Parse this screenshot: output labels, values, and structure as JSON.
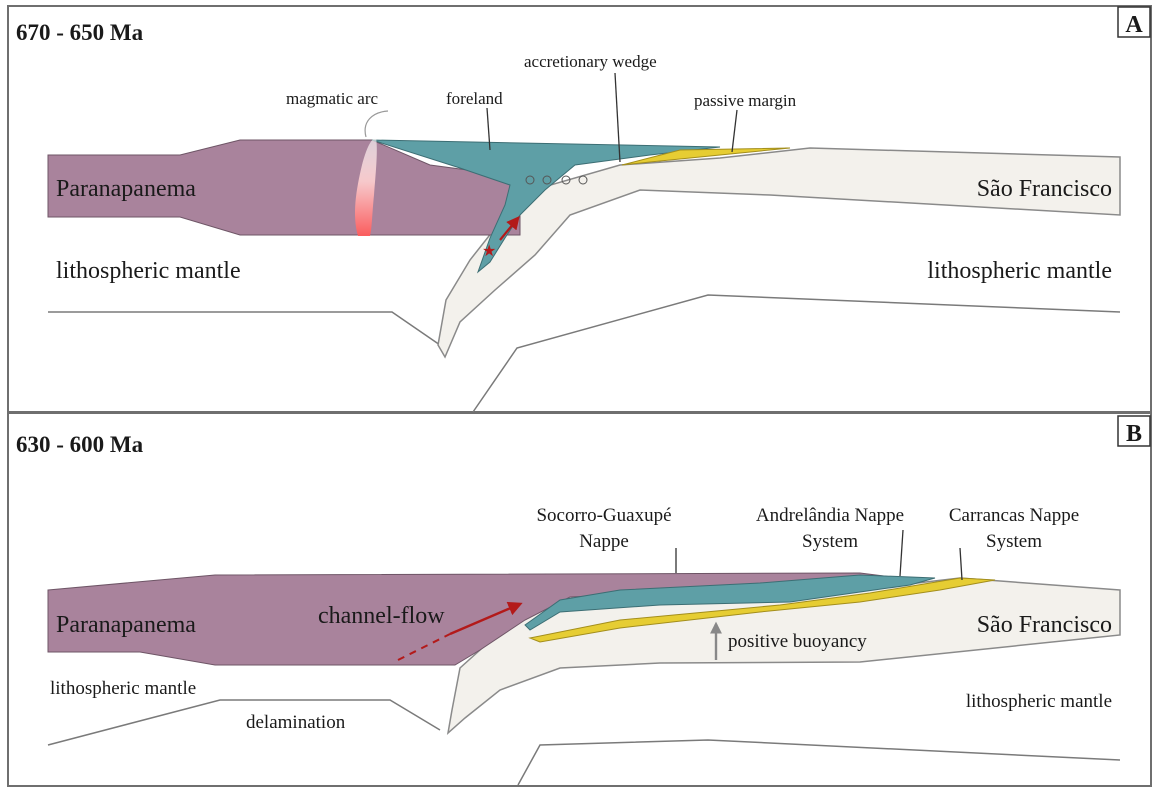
{
  "colors": {
    "paranapanema": "#a9839c",
    "sao_francisco": "#f3f1ec",
    "wedge": "#5e9fa6",
    "passive_margin": "#e6cd33",
    "arrow_red": "#b31a1a",
    "frame": "#6f6f6f"
  },
  "panel_a": {
    "badge": "A",
    "time": "670 - 650 Ma",
    "labels": {
      "magmatic_arc": "magmatic arc",
      "foreland": "foreland",
      "accretionary_wedge": "accretionary wedge",
      "passive_margin": "passive margin",
      "paranapanema": "Paranapanema",
      "sao_francisco": "São Francisco",
      "mantle_left": "lithospheric mantle",
      "mantle_right": "lithospheric mantle"
    }
  },
  "panel_b": {
    "badge": "B",
    "time": "630 - 600 Ma",
    "labels": {
      "socorro_1": "Socorro-Guaxupé",
      "socorro_2": "Nappe",
      "andrelandia_1": "Andrelândia Nappe",
      "andrelandia_2": "System",
      "carrancas_1": "Carrancas Nappe",
      "carrancas_2": "System",
      "channel_flow": "channel-flow",
      "positive_buoyancy": "positive buoyancy",
      "paranapanema": "Paranapanema",
      "sao_francisco": "São Francisco",
      "mantle_left": "lithospheric mantle",
      "delamination": "delamination",
      "mantle_right": "lithospheric mantle"
    }
  }
}
